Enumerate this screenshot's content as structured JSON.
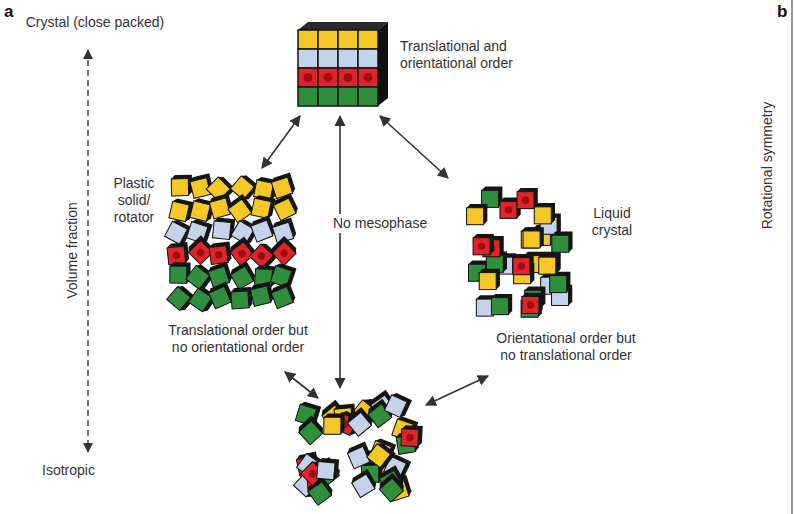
{
  "diagram": {
    "labels": [
      "a",
      "Crystal (close packed)",
      "Translational and orientational order",
      "b",
      "Volume fraction",
      "Plastic solid/ rotator",
      "No mesophase",
      "Liquid crystal",
      "Translational order but no orientational order",
      "Orientational order but no translational order",
      "Isotropic",
      "Rotational symmetry"
    ]
  }
}
